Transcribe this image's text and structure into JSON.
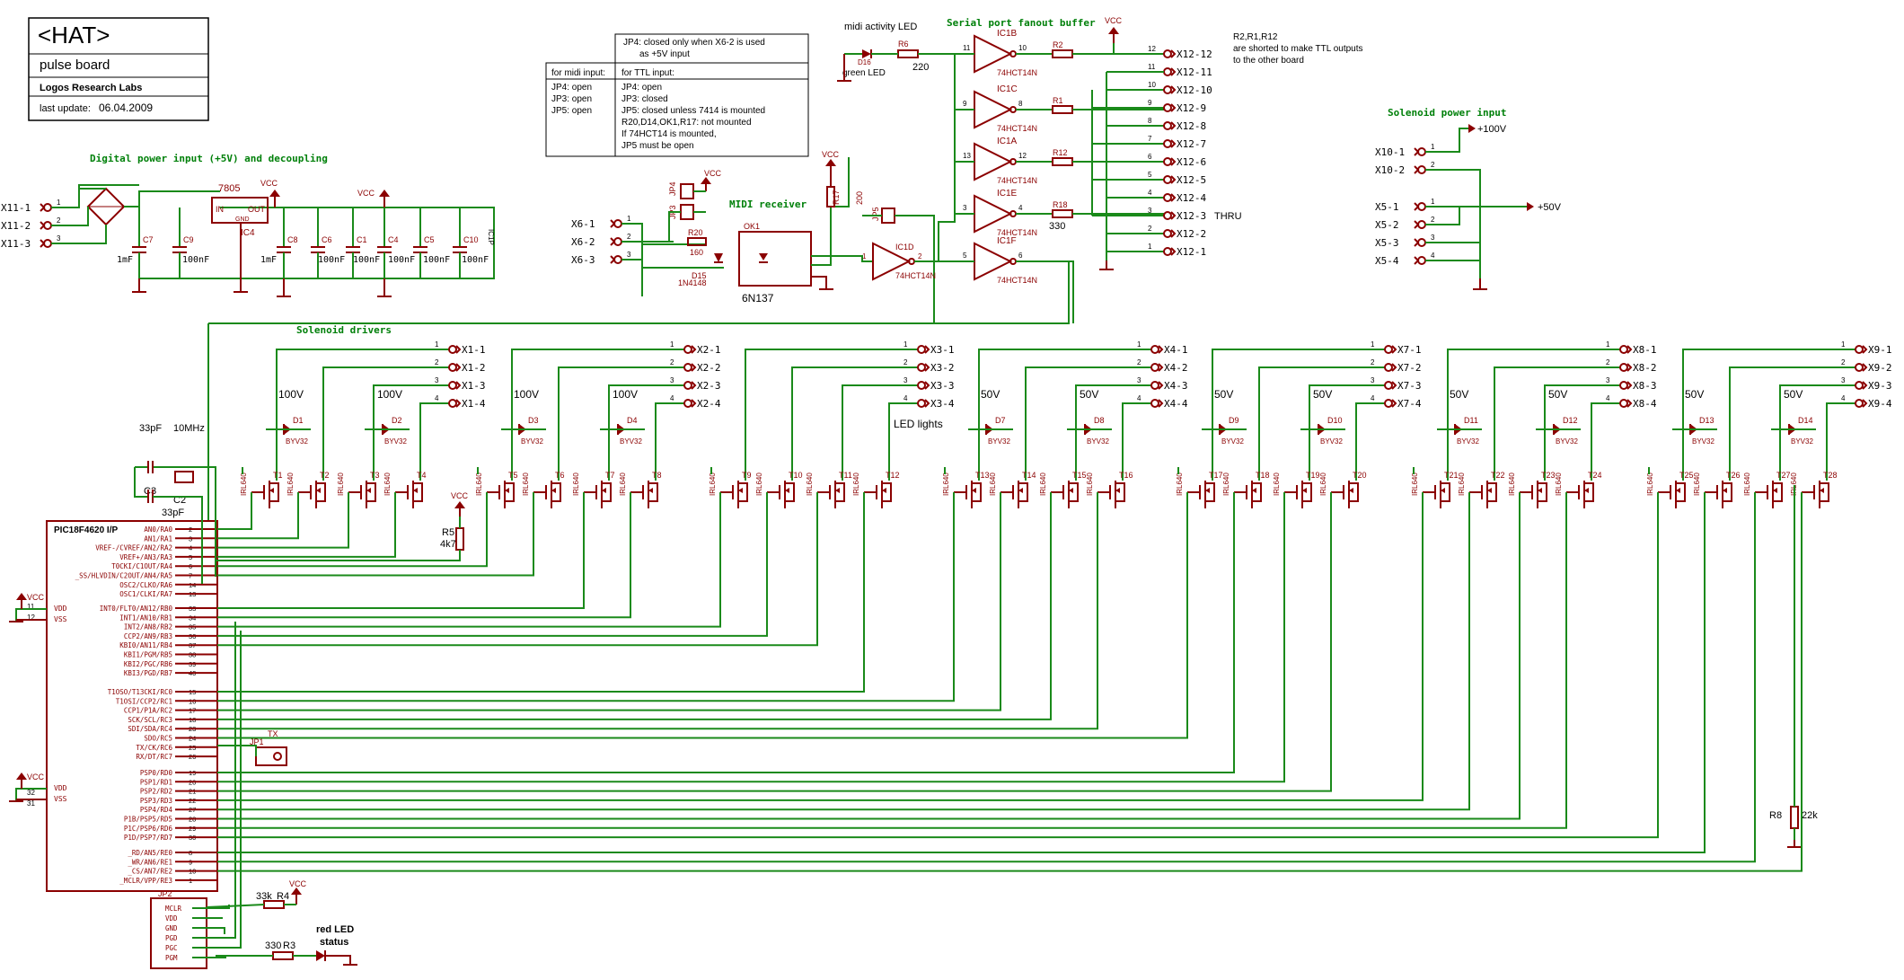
{
  "title_block": {
    "title": "<HAT>",
    "subtitle": "pulse board",
    "company": "Logos Research Labs",
    "update_label": "last update:",
    "update_date": "06.04.2009"
  },
  "notes": {
    "jp4_note_1": "JP4: closed only when  X6-2 is used",
    "jp4_note_2": "as +5V input",
    "midi_input_head": "for midi input:",
    "midi_jp4": "JP4: open",
    "midi_jp3": "JP3: open",
    "midi_jp5": "JP5: open",
    "ttl_head": "for TTL input:",
    "ttl_lines": [
      "JP4: open",
      "JP3: closed",
      "JP5: closed unless 7414 is mounted",
      "R20,D14,OK1,R17: not mounted",
      "If 74HCT14 is mounted,",
      "JP5 must be open"
    ],
    "shorted_1": "R2,R1,R12",
    "shorted_2": "are shorted to make TTL outputs",
    "shorted_3": "to the other board",
    "midi_led": "midi activity LED",
    "green_led": "green LED",
    "led_lights": "LED lights",
    "thru": "THRU",
    "red_led_1": "red LED",
    "red_led_2": "status"
  },
  "sections": {
    "power": "Digital power input (+5V) and decoupling",
    "midi": "MIDI receiver",
    "serial": "Serial port fanout buffer",
    "solenoid_power": "Solenoid power input",
    "solenoid_drivers": "Solenoid drivers"
  },
  "power_labels": {
    "vcc": "VCC",
    "p100v": "+100V",
    "p50v": "+50V",
    "v100": "100V",
    "v50": "50V"
  },
  "power_connectors": [
    "X11-1",
    "X11-2",
    "X11-3"
  ],
  "solenoid_power_connectors": [
    "X10-1",
    "X10-2",
    "X5-1",
    "X5-2",
    "X5-3",
    "X5-4"
  ],
  "midi_connectors": [
    "X6-1",
    "X6-2",
    "X6-3"
  ],
  "serial_connectors": [
    "X12-12",
    "X12-11",
    "X12-10",
    "X12-9",
    "X12-8",
    "X12-7",
    "X12-6",
    "X12-5",
    "X12-4",
    "X12-3",
    "X12-2",
    "X12-1"
  ],
  "serial_pins": [
    "12",
    "11",
    "10",
    "9",
    "8",
    "7",
    "6",
    "5",
    "4",
    "3",
    "2",
    "1"
  ],
  "regulator": {
    "name": "7805",
    "ref": "IC4",
    "in": "IN",
    "out": "OUT",
    "gnd": "GND"
  },
  "caps": [
    {
      "ref": "C7",
      "val": "1mF"
    },
    {
      "ref": "C9",
      "val": "100nF"
    },
    {
      "ref": "C8",
      "val": "1mF"
    },
    {
      "ref": "C6",
      "val": "100nF"
    },
    {
      "ref": "C1",
      "val": "100nF"
    },
    {
      "ref": "C4",
      "val": "100nF"
    },
    {
      "ref": "C5",
      "val": "100nF"
    },
    {
      "ref": "C10",
      "val": "100nF"
    }
  ],
  "ic1p": "IC1P",
  "midi_parts": {
    "r20": "R20",
    "r20v": "160",
    "d15": "D15",
    "d15v": "1N4148",
    "ok1": "OK1",
    "ok1v": "6N137",
    "r17": "R17",
    "r17v": "200",
    "jp3": "JP3",
    "jp4": "JP4",
    "jp5": "JP5",
    "d16": "D16",
    "r6": "R6",
    "r6v": "220"
  },
  "gates": [
    {
      "ref": "IC1B",
      "part": "74HCT14N",
      "in": "11",
      "out": "10"
    },
    {
      "ref": "IC1C",
      "part": "74HCT14N",
      "in": "9",
      "out": "8"
    },
    {
      "ref": "IC1A",
      "part": "74HCT14N",
      "in": "13",
      "out": "12"
    },
    {
      "ref": "IC1E",
      "part": "74HCT14N",
      "in": "3",
      "out": "4"
    },
    {
      "ref": "IC1F",
      "part": "74HCT14N",
      "in": "5",
      "out": "6"
    },
    {
      "ref": "IC1D",
      "part": "74HCT14N",
      "in": "1",
      "out": "2"
    }
  ],
  "gate_resistors": [
    "R2",
    "R1",
    "R12",
    "R18"
  ],
  "r18v": "330",
  "drivers": [
    {
      "conn": "X1",
      "pins": [
        "X1-1",
        "X1-2",
        "X1-3",
        "X1-4"
      ],
      "v": "100V",
      "d": [
        "D1",
        "D2"
      ],
      "t": [
        "T1",
        "T2",
        "T3",
        "T4"
      ]
    },
    {
      "conn": "X2",
      "pins": [
        "X2-1",
        "X2-2",
        "X2-3",
        "X2-4"
      ],
      "v": "100V",
      "d": [
        "D3",
        "D4"
      ],
      "t": [
        "T5",
        "T6",
        "T7",
        "T8"
      ]
    },
    {
      "conn": "X3",
      "pins": [
        "X3-1",
        "X3-2",
        "X3-3",
        "X3-4"
      ],
      "v": "",
      "d": [],
      "t": [
        "T9",
        "T10",
        "T11",
        "T12"
      ]
    },
    {
      "conn": "X4",
      "pins": [
        "X4-1",
        "X4-2",
        "X4-3",
        "X4-4"
      ],
      "v": "50V",
      "d": [
        "D7",
        "D8"
      ],
      "t": [
        "T13",
        "T14",
        "T15",
        "T16"
      ]
    },
    {
      "conn": "X7",
      "pins": [
        "X7-1",
        "X7-2",
        "X7-3",
        "X7-4"
      ],
      "v": "50V",
      "d": [
        "D9",
        "D10"
      ],
      "t": [
        "T17",
        "T18",
        "T19",
        "T20"
      ]
    },
    {
      "conn": "X8",
      "pins": [
        "X8-1",
        "X8-2",
        "X8-3",
        "X8-4"
      ],
      "v": "50V",
      "d": [
        "D11",
        "D12"
      ],
      "t": [
        "T21",
        "T22",
        "T23",
        "T24"
      ]
    },
    {
      "conn": "X9",
      "pins": [
        "X9-1",
        "X9-2",
        "X9-3",
        "X9-4"
      ],
      "v": "50V",
      "d": [
        "D13",
        "D14"
      ],
      "t": [
        "T25",
        "T26",
        "T27",
        "T28"
      ]
    }
  ],
  "diode_part": "BYV32",
  "fet_part": "IRL640",
  "mcu": {
    "name": "PIC18F4620 I/P",
    "portA": [
      {
        "n": "AN0/RA0",
        "p": "2"
      },
      {
        "n": "AN1/RA1",
        "p": "3"
      },
      {
        "n": "VREF-/CVREF/AN2/RA2",
        "p": "4"
      },
      {
        "n": "VREF+/AN3/RA3",
        "p": "5"
      },
      {
        "n": "T0CKI/C1OUT/RA4",
        "p": "6"
      },
      {
        "n": "_SS/HLVDIN/C2OUT/AN4/RA5",
        "p": "7"
      },
      {
        "n": "OSC2/CLKO/RA6",
        "p": "14"
      },
      {
        "n": "OSC1/CLKI/RA7",
        "p": "13"
      }
    ],
    "portB": [
      {
        "n": "INT0/FLT0/AN12/RB0",
        "p": "33"
      },
      {
        "n": "INT1/AN10/RB1",
        "p": "34"
      },
      {
        "n": "INT2/AN8/RB2",
        "p": "35"
      },
      {
        "n": "CCP2/AN9/RB3",
        "p": "36"
      },
      {
        "n": "KBI0/AN11/RB4",
        "p": "37"
      },
      {
        "n": "KBI1/PGM/RB5",
        "p": "38"
      },
      {
        "n": "KBI2/PGC/RB6",
        "p": "39"
      },
      {
        "n": "KBI3/PGD/RB7",
        "p": "40"
      }
    ],
    "portC": [
      {
        "n": "T1OSO/T13CKI/RC0",
        "p": "15"
      },
      {
        "n": "T1OSI/CCP2/RC1",
        "p": "16"
      },
      {
        "n": "CCP1/P1A/RC2",
        "p": "17"
      },
      {
        "n": "SCK/SCL/RC3",
        "p": "18"
      },
      {
        "n": "SDI/SDA/RC4",
        "p": "23"
      },
      {
        "n": "SDO/RC5",
        "p": "24"
      },
      {
        "n": "TX/CK/RC6",
        "p": "25"
      },
      {
        "n": "RX/DT/RC7",
        "p": "26"
      }
    ],
    "portD": [
      {
        "n": "PSP0/RD0",
        "p": "19"
      },
      {
        "n": "PSP1/RD1",
        "p": "20"
      },
      {
        "n": "PSP2/RD2",
        "p": "21"
      },
      {
        "n": "PSP3/RD3",
        "p": "22"
      },
      {
        "n": "PSP4/RD4",
        "p": "27"
      },
      {
        "n": "P1B/PSP5/RD5",
        "p": "28"
      },
      {
        "n": "P1C/PSP6/RD6",
        "p": "29"
      },
      {
        "n": "P1D/PSP7/RD7",
        "p": "30"
      }
    ],
    "portE": [
      {
        "n": "_RD/AN5/RE0",
        "p": "8"
      },
      {
        "n": "_WR/AN6/RE1",
        "p": "9"
      },
      {
        "n": "_CS/AN7/RE2",
        "p": "10"
      },
      {
        "n": "_MCLR/VPP/RE3",
        "p": "1"
      }
    ],
    "vdd": "VDD",
    "vss": "VSS",
    "vdd_pins": [
      "11",
      "32"
    ],
    "vss_pins": [
      "12",
      "31"
    ]
  },
  "crystal": {
    "c3": "C3",
    "c3v": "33pF",
    "c2": "C2",
    "c2v": "33pF",
    "q": "10MHz"
  },
  "r5": {
    "ref": "R5",
    "val": "4k7"
  },
  "r8": {
    "ref": "R8",
    "val": "22k"
  },
  "jp1": {
    "ref": "JP1",
    "label": "TX"
  },
  "jp2": {
    "ref": "JP2",
    "pins": [
      "MCLR",
      "VDD",
      "GND",
      "PGD",
      "PGC",
      "PGM"
    ]
  },
  "r4": {
    "ref": "R4",
    "val": "33k"
  },
  "r3": {
    "ref": "R3",
    "val": "330"
  }
}
